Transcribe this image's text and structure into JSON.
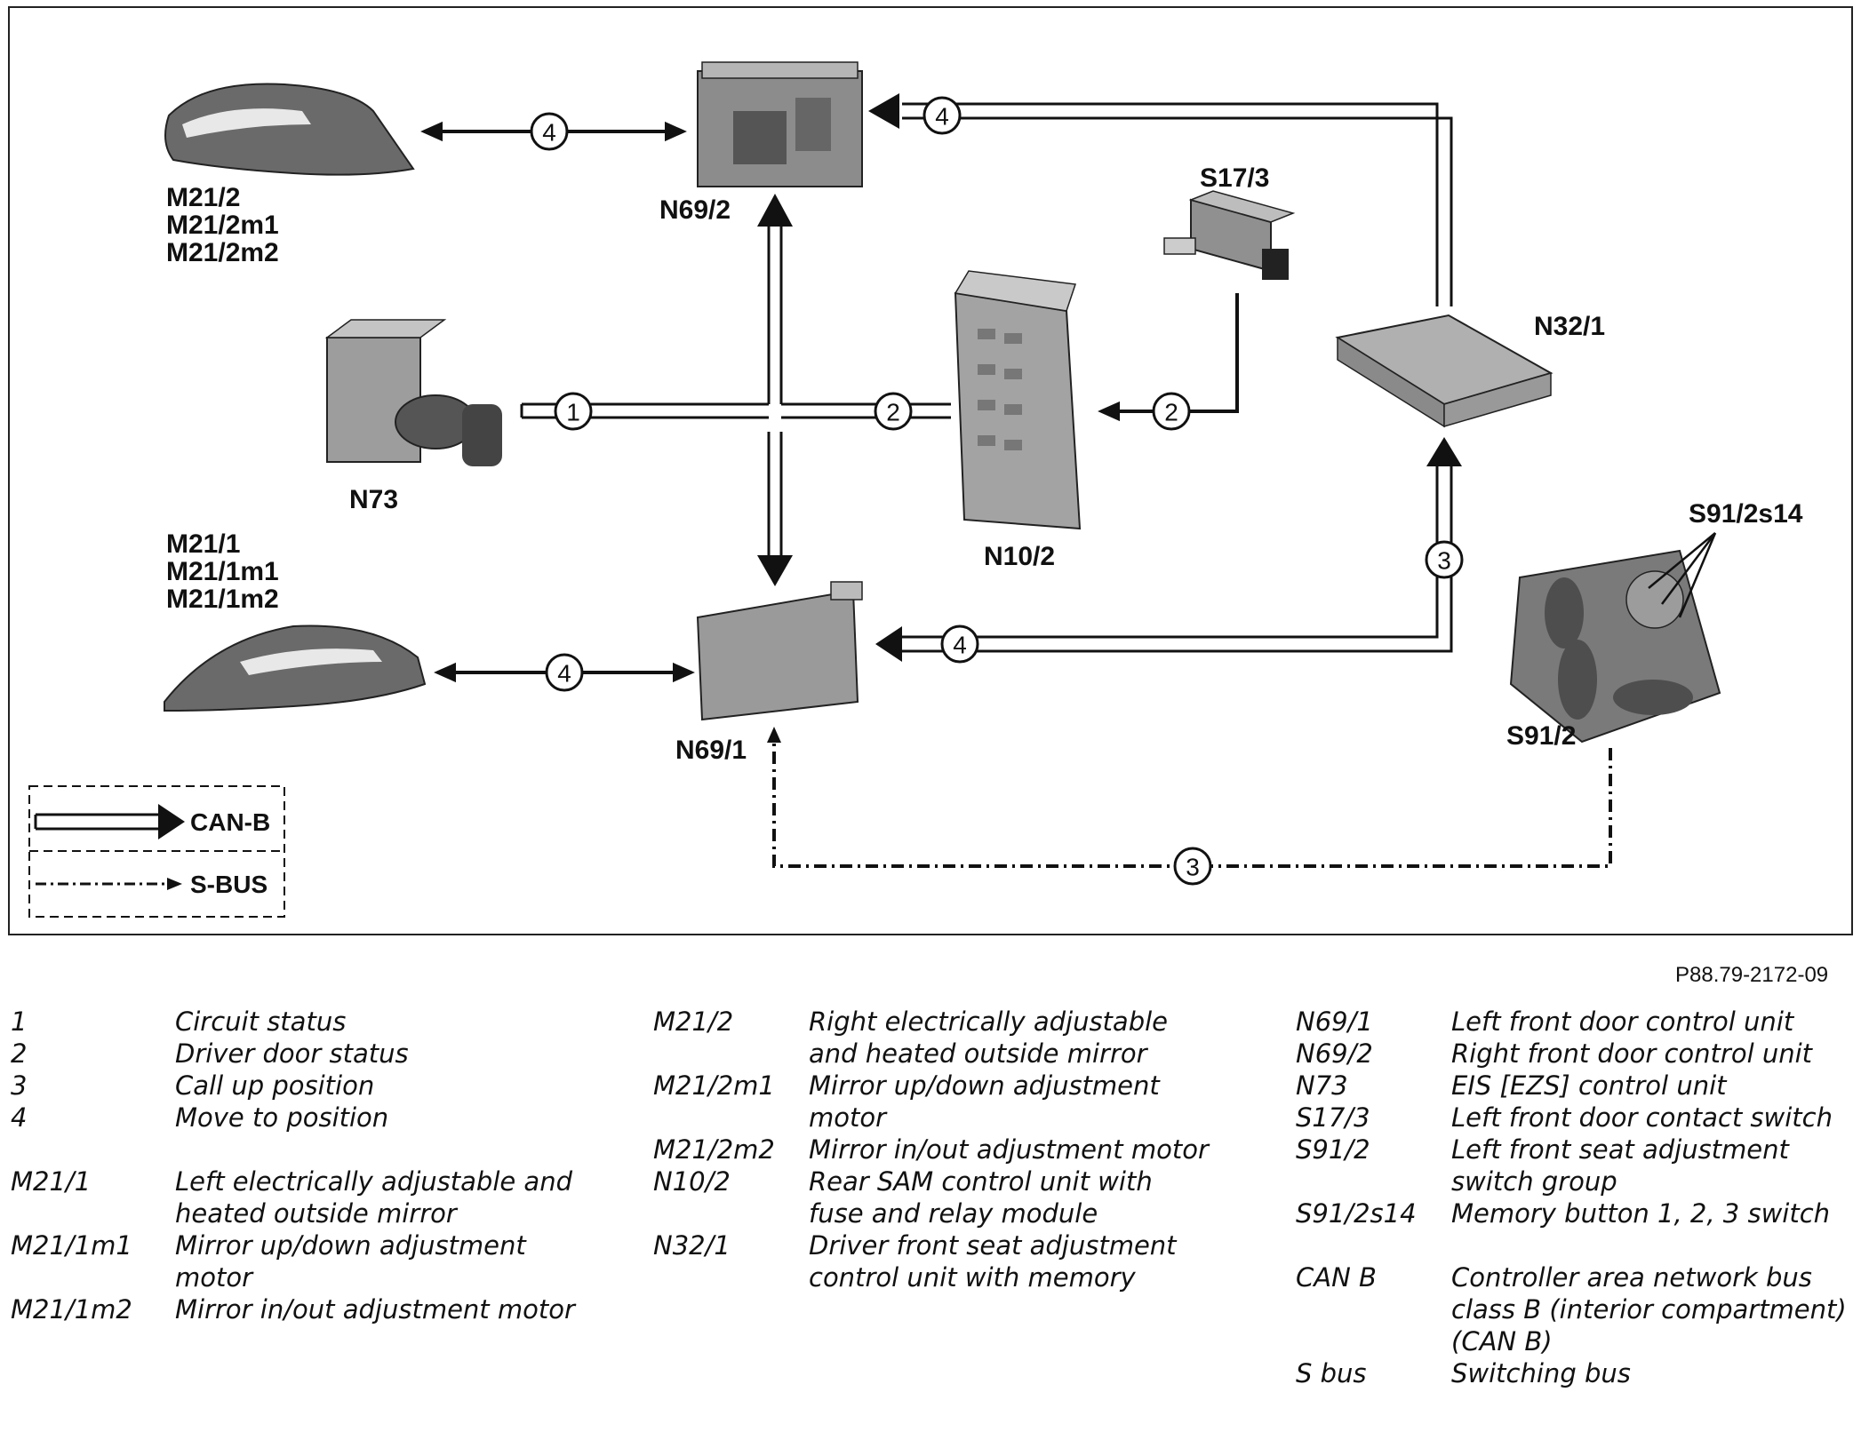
{
  "components": {
    "mirror_right": [
      "M21/2",
      "M21/2m1",
      "M21/2m2"
    ],
    "mirror_left": [
      "M21/1",
      "M21/1m1",
      "M21/1m2"
    ],
    "n69_2": "N69/2",
    "n69_1": "N69/1",
    "n73": "N73",
    "n10_2": "N10/2",
    "s17_3": "S17/3",
    "n32_1": "N32/1",
    "s91_2": "S91/2",
    "s91_2s14": "S91/2s14"
  },
  "connector_numbers": {
    "c1": "1",
    "c2": "2",
    "c3": "3",
    "c4": "4"
  },
  "bus_legend": {
    "can_b": "CAN-B",
    "s_bus": "S-BUS"
  },
  "figure_ref": "P88.79-2172-09",
  "legend": {
    "col1": [
      {
        "key": "1",
        "value": [
          "Circuit status"
        ]
      },
      {
        "key": "2",
        "value": [
          "Driver door status"
        ]
      },
      {
        "key": "3",
        "value": [
          "Call up position"
        ]
      },
      {
        "key": "4",
        "value": [
          "Move to position"
        ]
      },
      {
        "key": "M21/1",
        "value": [
          "Left electrically adjustable and",
          "heated outside mirror"
        ],
        "gap": true
      },
      {
        "key": "M21/1m1",
        "value": [
          "Mirror up/down adjustment",
          "motor"
        ]
      },
      {
        "key": "M21/1m2",
        "value": [
          "Mirror in/out adjustment motor"
        ]
      }
    ],
    "col2": [
      {
        "key": "M21/2",
        "value": [
          "Right electrically adjustable",
          "and heated outside mirror"
        ]
      },
      {
        "key": "M21/2m1",
        "value": [
          "Mirror up/down adjustment",
          "motor"
        ]
      },
      {
        "key": "M21/2m2",
        "value": [
          "Mirror in/out adjustment motor"
        ]
      },
      {
        "key": "N10/2",
        "value": [
          "Rear SAM control unit with",
          "fuse and relay module"
        ]
      },
      {
        "key": "N32/1",
        "value": [
          "Driver front seat adjustment",
          "control unit with memory"
        ]
      }
    ],
    "col3": [
      {
        "key": "N69/1",
        "value": [
          "Left front door control unit"
        ]
      },
      {
        "key": "N69/2",
        "value": [
          "Right front door control unit"
        ]
      },
      {
        "key": "N73",
        "value": [
          "EIS [EZS] control unit"
        ]
      },
      {
        "key": "S17/3",
        "value": [
          "Left front door contact switch"
        ]
      },
      {
        "key": "S91/2",
        "value": [
          "Left front seat adjustment",
          "switch group"
        ]
      },
      {
        "key": "S91/2s14",
        "value": [
          "Memory button 1, 2, 3 switch"
        ]
      },
      {
        "key": "CAN B",
        "value": [
          "Controller area network bus",
          "class B (interior compartment)",
          "(CAN B)"
        ],
        "gap": true
      },
      {
        "key": "S bus",
        "value": [
          "Switching bus"
        ]
      }
    ]
  }
}
